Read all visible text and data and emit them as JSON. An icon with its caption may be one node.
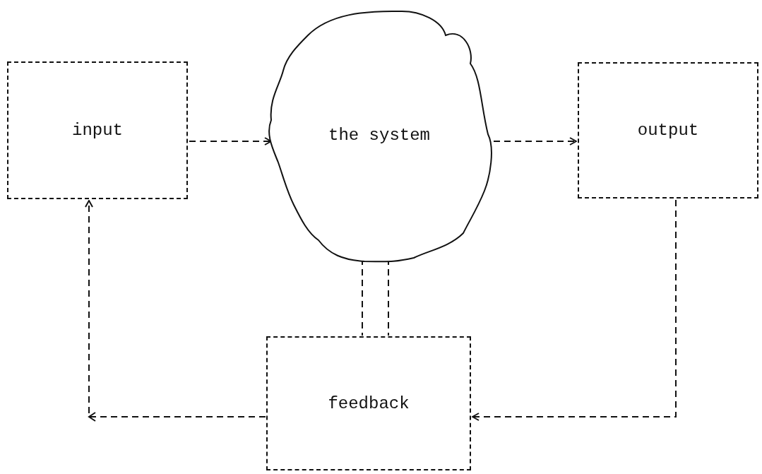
{
  "diagram": {
    "nodes": [
      {
        "text": [
          "input"
        ]
      },
      {
        "text": [
          "the system"
        ]
      },
      {
        "text": [
          "output"
        ]
      },
      {
        "text": [
          "feedback"
        ]
      }
    ],
    "edges": [
      {
        "from": 0,
        "to": 1,
        "arrow": "to",
        "style": "dashed"
      },
      {
        "from": 1,
        "to": 2,
        "arrow": "to",
        "style": "dashed"
      },
      {
        "from": 2,
        "to": 3,
        "arrow": "to",
        "style": "dashed"
      },
      {
        "from": 3,
        "to": 0,
        "arrow": "to",
        "style": "dashed"
      },
      {
        "from": 1,
        "to": 3,
        "arrow": "none",
        "style": "dashed"
      },
      {
        "from": 1,
        "to": 3,
        "arrow": "none",
        "style": "dashed"
      }
    ]
  }
}
